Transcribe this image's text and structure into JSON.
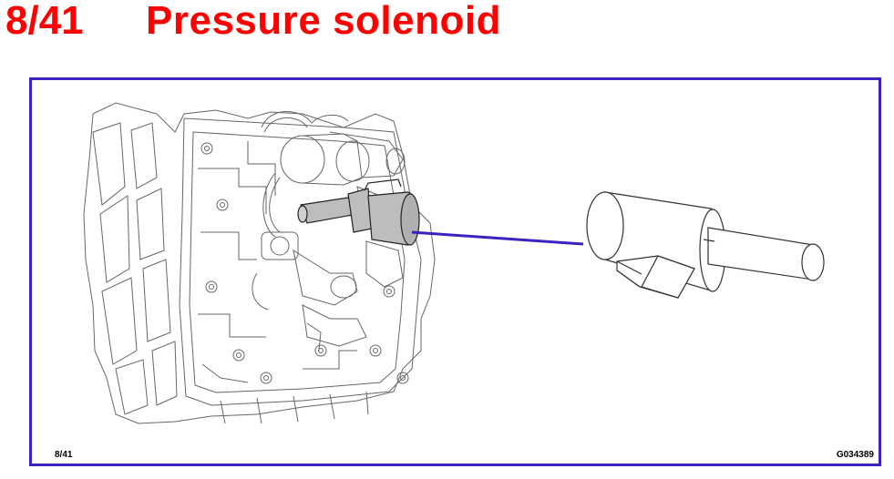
{
  "header": {
    "slide_number": "8/41",
    "title": "Pressure solenoid"
  },
  "footer": {
    "page": "8/41",
    "figure_code": "G034389"
  },
  "colors": {
    "title": "#ff0000",
    "frame_border": "#3d22c2",
    "leader_line": "#3d22c2",
    "highlight_fill": "#bdbdbd",
    "line_art": "#555555"
  },
  "diagram": {
    "left_view": "transmission valve body line drawing with highlighted solenoid",
    "right_view": "enlarged pressure solenoid line drawing",
    "leader": "line from highlighted solenoid to enlarged view"
  }
}
